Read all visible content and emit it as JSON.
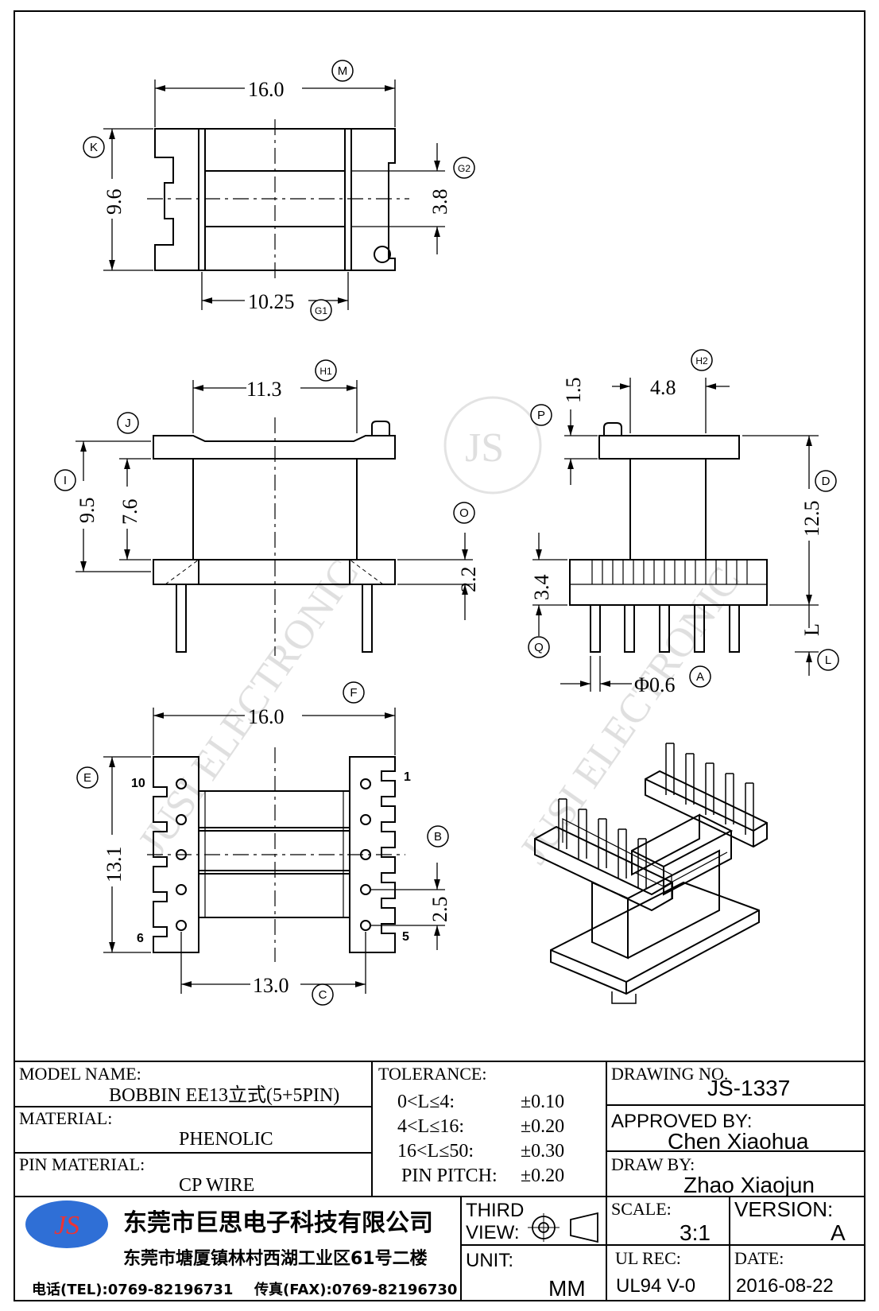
{
  "dimensions": {
    "top_width": "16.0",
    "top_height": "9.6",
    "top_inner": "3.8",
    "top_base": "10.25",
    "front_width": "11.3",
    "front_height": "9.5",
    "front_inner": "7.6",
    "front_flange": "2.2",
    "side_top": "1.5",
    "side_width": "4.8",
    "side_height": "12.5",
    "side_base": "3.4",
    "side_pin": "L",
    "pin_dia": "Φ0.6",
    "bottom_width": "16.0",
    "bottom_height": "13.1",
    "pin_pitch": "2.5",
    "pin_span": "13.0"
  },
  "bubbles": {
    "M": "M",
    "K": "K",
    "G2": "G2",
    "G1": "G1",
    "H1": "H1",
    "J": "J",
    "I": "I",
    "O": "O",
    "P": "P",
    "H2": "H2",
    "D": "D",
    "Q": "Q",
    "L": "L",
    "A": "A",
    "F": "F",
    "E": "E",
    "B": "B",
    "C": "C"
  },
  "pins": {
    "p10": "10",
    "p1": "1",
    "p6": "6",
    "p5": "5"
  },
  "watermark": {
    "line1": "JUSI ELECTRONIC",
    "line2": "JUSI ELECTRONIC",
    "logo": "JS"
  },
  "title_block": {
    "model_label": "MODEL NAME:",
    "model_value": "BOBBIN EE13立式(5+5PIN)",
    "material_label": "MATERIAL:",
    "material_value": "PHENOLIC",
    "pin_material_label": "PIN MATERIAL:",
    "pin_material_value": "CP WIRE",
    "tolerance_label": "TOLERANCE:",
    "tolerances": [
      {
        "range": "0<L≤4:",
        "value": "±0.10"
      },
      {
        "range": "4<L≤16:",
        "value": "±0.20"
      },
      {
        "range": "16<L≤50:",
        "value": "±0.30"
      },
      {
        "range": "PIN PITCH:",
        "value": "±0.20"
      }
    ],
    "drawing_no_label": "DRAWING NO.",
    "drawing_no_value": "JS-1337",
    "approved_label": "APPROVED BY:",
    "approved_value": "Chen Xiaohua",
    "draw_label": "DRAW BY:",
    "draw_value": "Zhao Xiaojun",
    "logo_text": "JS",
    "company": "东莞市巨思电子科技有限公司",
    "address": "东莞市塘厦镇林村西湖工业区61号二楼",
    "tel": "电话(TEL):0769-82196731",
    "fax": "传真(FAX):0769-82196730",
    "third_view_1": "THIRD",
    "third_view_2": "VIEW:",
    "unit_label": "UNIT:",
    "unit_value": "MM",
    "scale_label": "SCALE:",
    "scale_value": "3:1",
    "version_label": "VERSION:",
    "version_value": "A",
    "ul_label": "UL REC:",
    "ul_value": "UL94 V-0",
    "date_label": "DATE:",
    "date_value": "2016-08-22"
  }
}
